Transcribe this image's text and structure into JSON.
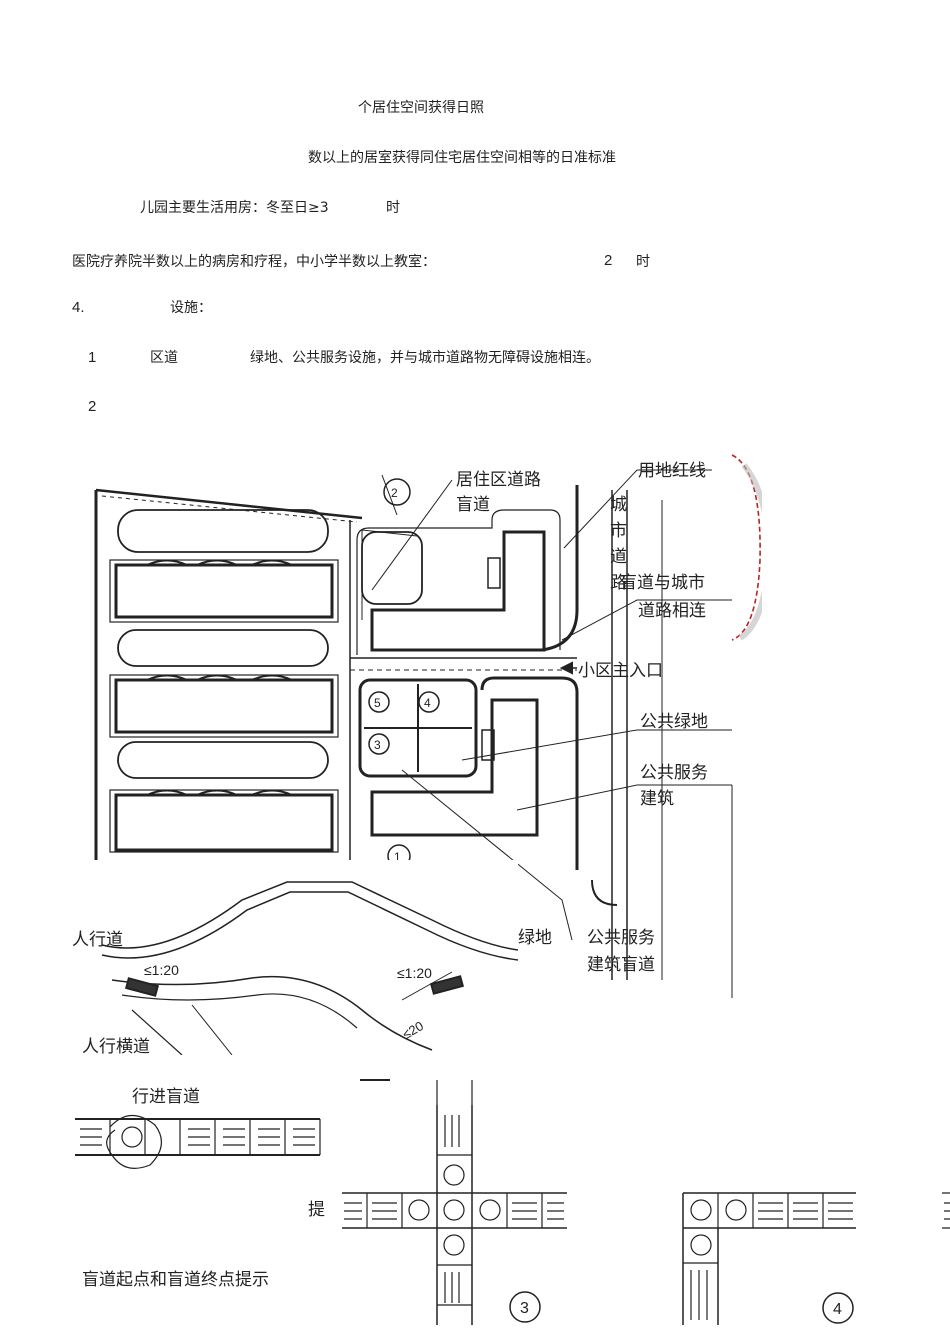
{
  "text": {
    "line1": "个居住空间获得日照",
    "line2": "数以上的居室获得同住宅居住空间相等的日准标准",
    "line3": "儿园主要生活用房：冬至日≥3",
    "line3_unit": "时",
    "line4": "医院疗养院半数以上的病房和疗程，中小学半数以上教室：",
    "line4_value": "2",
    "line4_unit": "时",
    "section_num": "4.",
    "section_title": "设施：",
    "item1_num": "1",
    "item1_a": "区道",
    "item1_b": "绿地、公共服务设施，并与城市道路物无障碍设施相连。",
    "item2_num": "2"
  },
  "figure_site": {
    "labels": {
      "residential_road": "居住区道路",
      "blind_path": "盲道",
      "red_line": "用地红线",
      "city_road": "城市道路",
      "connect_1": "盲道与城市",
      "connect_2": "道路相连",
      "entrance": "小区主入口",
      "public_green": "公共绿地",
      "public_service_1": "公共服务",
      "public_service_2": "建筑",
      "green_partial": "绿地",
      "service_path_1": "公共服务",
      "service_path_2": "建筑盲道",
      "circle_2": "2",
      "circle_5": "5",
      "circle_4": "4",
      "circle_3": "3",
      "circle_1": "1"
    }
  },
  "figure_sidewalk": {
    "label_sidewalk": "人行道",
    "label_crossing": "人行横道",
    "slope_left": "≤1:20",
    "slope_right": "≤1:20",
    "width_mark": "≤20"
  },
  "figure_tiles": {
    "label_progress": "行进盲道",
    "label_hint": "提",
    "label_start_end": "盲道起点和盲道终点提示",
    "label_fig3": "3",
    "label_fig4": "4"
  }
}
